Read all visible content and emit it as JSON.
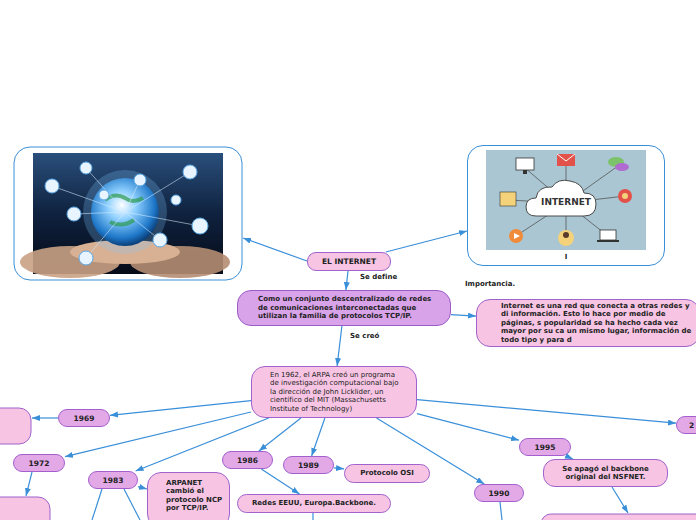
{
  "diagram": {
    "nodes": [
      {
        "text": [
          "I"
        ]
      },
      {
        "text": [
          "EL INTERNET"
        ]
      },
      {
        "text": [
          "Como un conjunto descentralizado de redes de comunicaciones interconectadas que utilizan la familia de protocolos TCP/IP."
        ]
      },
      {
        "text": [
          "Internet es una red que conecta a otras redes y di información. Esto lo hace por medio de páginas, s popularidad se ha hecho cada vez mayor por su ca un mismo lugar, información de todo tipo y para d"
        ]
      },
      {
        "text": [
          "En 1962, el ARPA creó un programa de investigación computacional bajo la dirección de John Licklider, un científico del MIT (Massachusetts Institute of Technology)"
        ]
      },
      {
        "text": [
          "1969"
        ]
      },
      {
        "text": [
          "2"
        ]
      },
      {
        "text": [
          "1995"
        ]
      },
      {
        "text": [
          "1986"
        ]
      },
      {
        "text": [
          "1972"
        ]
      },
      {
        "text": [
          "1989"
        ]
      },
      {
        "text": [
          "Se apagó el backbone original del NSFNET."
        ]
      },
      {
        "text": [
          "Protocolo OSI"
        ]
      },
      {
        "text": [
          "1983"
        ]
      },
      {
        "text": [
          "ARPANET cambió el protocolo NCP por TCP/IP."
        ]
      },
      {
        "text": [
          "1990"
        ]
      },
      {
        "text": [
          "Redes EEUU, Europa.Backbone."
        ]
      }
    ],
    "edges": [
      {
        "from": 1,
        "to": 0,
        "arrow": "to"
      },
      {
        "from": 1,
        "to": 2,
        "label": "Se define",
        "arrow": "to"
      },
      {
        "from": 2,
        "to": 3,
        "label": "Importancia.",
        "arrow": "to"
      },
      {
        "from": 2,
        "to": 4,
        "label": "Se creó",
        "arrow": "to"
      },
      {
        "from": 4,
        "to": 5,
        "arrow": "to"
      },
      {
        "from": 4,
        "to": 6,
        "arrow": "to"
      },
      {
        "from": 4,
        "to": 7,
        "arrow": "to"
      },
      {
        "from": 4,
        "to": 8,
        "arrow": "to"
      },
      {
        "from": 4,
        "to": 9,
        "arrow": "to"
      },
      {
        "from": 4,
        "to": 10,
        "arrow": "to"
      },
      {
        "from": 4,
        "to": 13,
        "arrow": "to"
      },
      {
        "from": 4,
        "to": 15,
        "arrow": "to"
      },
      {
        "from": 7,
        "to": 11,
        "arrow": "to"
      },
      {
        "from": 8,
        "to": 16,
        "arrow": "to"
      },
      {
        "from": 10,
        "to": 12,
        "arrow": "to"
      },
      {
        "from": 13,
        "to": 14,
        "arrow": "to"
      }
    ],
    "labels": [
      "INTERNET"
    ]
  }
}
